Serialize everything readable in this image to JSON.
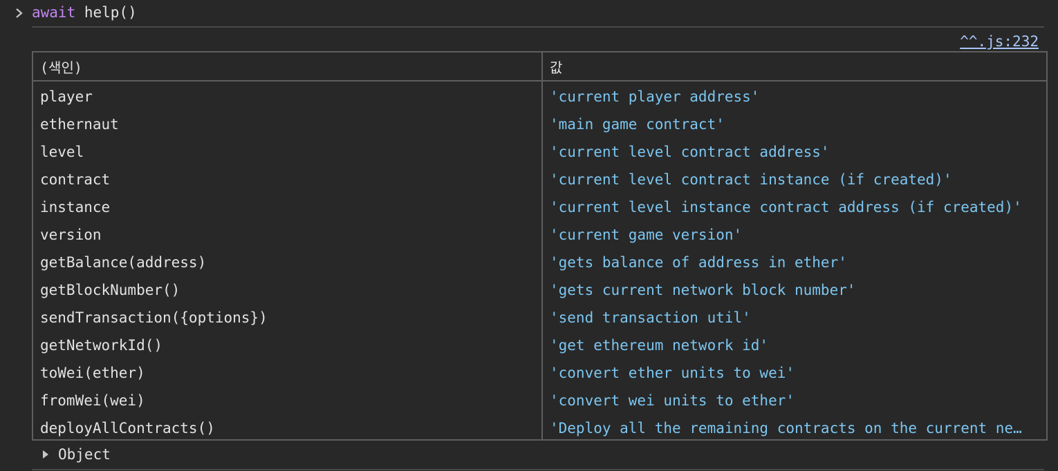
{
  "console": {
    "input_keyword": "await",
    "input_rest": " help()",
    "source_link": "^^.js:232",
    "table": {
      "headers": [
        "(색인)",
        "값"
      ],
      "rows": [
        {
          "key": "player",
          "value": "'current player address'"
        },
        {
          "key": "ethernaut",
          "value": "'main game contract'"
        },
        {
          "key": "level",
          "value": "'current level contract address'"
        },
        {
          "key": "contract",
          "value": "'current level contract instance (if created)'"
        },
        {
          "key": "instance",
          "value": "'current level instance contract address (if created)'"
        },
        {
          "key": "version",
          "value": "'current game version'"
        },
        {
          "key": "getBalance(address)",
          "value": "'gets balance of address in ether'"
        },
        {
          "key": "getBlockNumber()",
          "value": "'gets current network block number'"
        },
        {
          "key": "sendTransaction({options})",
          "value": "'send transaction util'"
        },
        {
          "key": "getNetworkId()",
          "value": "'get ethereum network id'"
        },
        {
          "key": "toWei(ether)",
          "value": "'convert ether units to wei'"
        },
        {
          "key": "fromWei(wei)",
          "value": "'convert wei units to ether'"
        },
        {
          "key": "deployAllContracts()",
          "value": "'Deploy all the remaining contracts on the current ne…"
        }
      ]
    },
    "result_label": "Object"
  },
  "colors": {
    "background": "#282828",
    "keyword": "#c286f1",
    "string_value": "#7cc6f1",
    "link": "#a8c7fa",
    "border": "#5f5f5f"
  },
  "icons": {
    "prompt": "chevron-right-icon",
    "expand": "triangle-right-icon"
  }
}
